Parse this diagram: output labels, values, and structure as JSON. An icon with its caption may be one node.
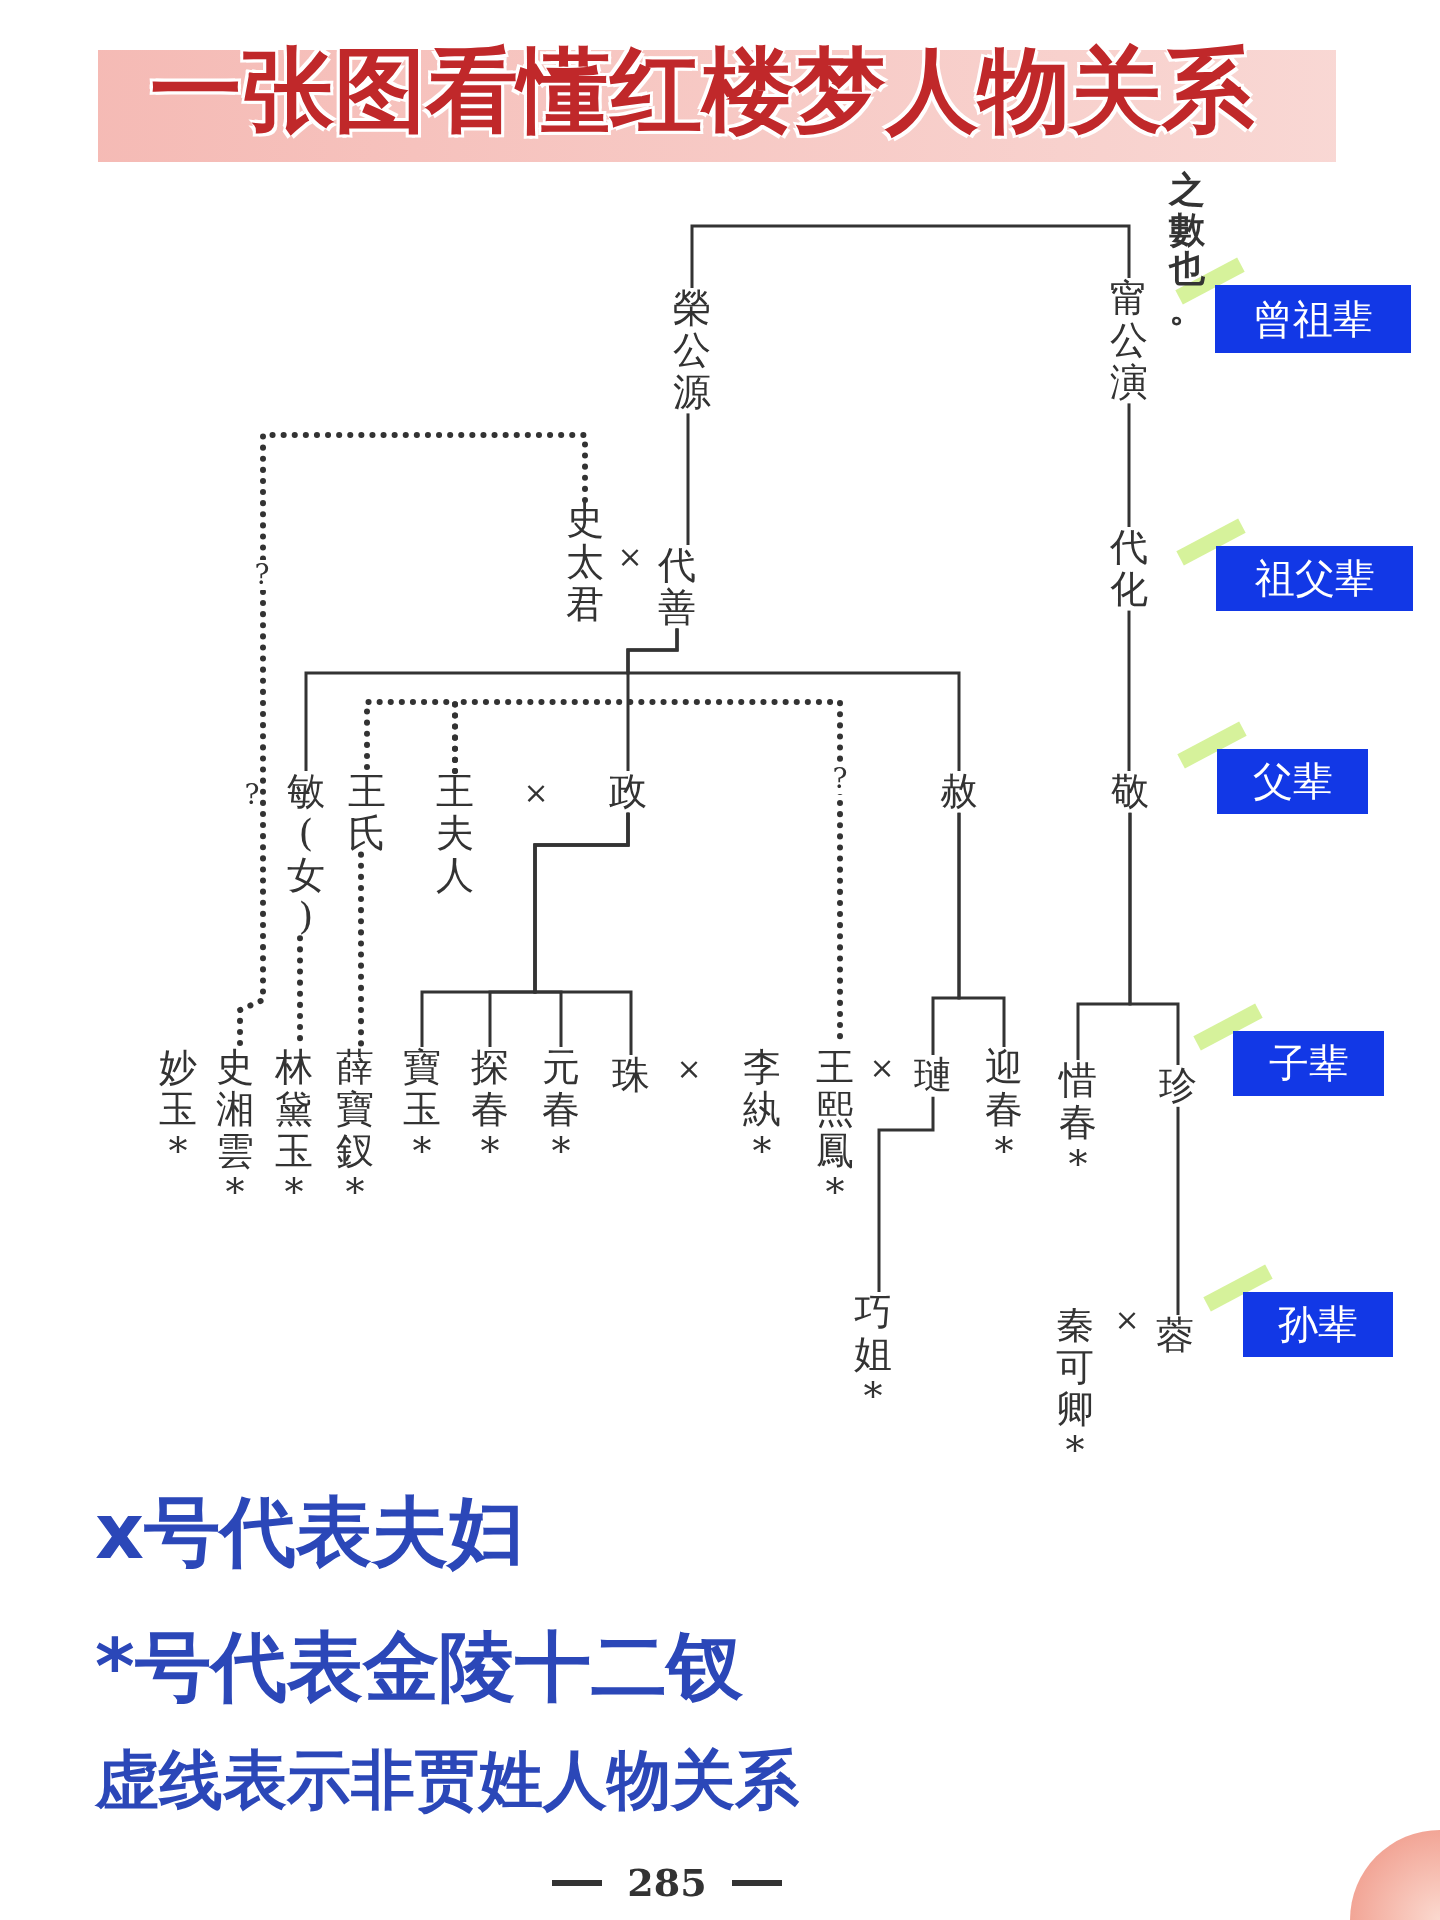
{
  "diagram": {
    "title": "一张图看懂红楼梦人物关系",
    "nodes": [
      {
        "text": [
          "榮公源"
        ]
      },
      {
        "text": [
          "甯公演"
        ]
      },
      {
        "text": [
          "史太君"
        ]
      },
      {
        "text": [
          "代善"
        ]
      },
      {
        "text": [
          "代化"
        ]
      },
      {
        "text": [
          "敏(女)"
        ]
      },
      {
        "text": [
          "王氏"
        ]
      },
      {
        "text": [
          "王夫人"
        ]
      },
      {
        "text": [
          "政"
        ]
      },
      {
        "text": [
          "赦"
        ]
      },
      {
        "text": [
          "敬"
        ]
      },
      {
        "text": [
          "妙玉*"
        ]
      },
      {
        "text": [
          "史湘雲*"
        ]
      },
      {
        "text": [
          "林黛玉*"
        ]
      },
      {
        "text": [
          "薛寶釵*"
        ]
      },
      {
        "text": [
          "寶玉*"
        ]
      },
      {
        "text": [
          "探春*"
        ]
      },
      {
        "text": [
          "元春*"
        ]
      },
      {
        "text": [
          "珠"
        ]
      },
      {
        "text": [
          "李紈*"
        ]
      },
      {
        "text": [
          "王熙鳳*"
        ]
      },
      {
        "text": [
          "璉"
        ]
      },
      {
        "text": [
          "迎春*"
        ]
      },
      {
        "text": [
          "惜春*"
        ]
      },
      {
        "text": [
          "珍"
        ]
      },
      {
        "text": [
          "巧姐*"
        ]
      },
      {
        "text": [
          "秦可卿*"
        ]
      },
      {
        "text": [
          "蓉"
        ]
      },
      {
        "text": [
          "曾祖辈"
        ]
      },
      {
        "text": [
          "祖父辈"
        ]
      },
      {
        "text": [
          "父辈"
        ]
      },
      {
        "text": [
          "子辈"
        ]
      },
      {
        "text": [
          "孙辈"
        ]
      }
    ],
    "edges": [
      {
        "from": 0,
        "to": 1,
        "arrow": "none"
      },
      {
        "from": 0,
        "to": 3,
        "arrow": "none"
      },
      {
        "from": 1,
        "to": 4,
        "arrow": "none"
      },
      {
        "from": 2,
        "to": 12,
        "arrow": "none",
        "style": "dashed",
        "label": "?"
      },
      {
        "from": 3,
        "to": 5,
        "arrow": "none"
      },
      {
        "from": 3,
        "to": 8,
        "arrow": "none"
      },
      {
        "from": 3,
        "to": 9,
        "arrow": "none"
      },
      {
        "from": 4,
        "to": 10,
        "arrow": "none"
      },
      {
        "from": 7,
        "to": 6,
        "arrow": "none",
        "style": "dashed"
      },
      {
        "from": 7,
        "to": 20,
        "arrow": "none",
        "style": "dashed",
        "label": "?"
      },
      {
        "from": 5,
        "to": 13,
        "arrow": "none",
        "style": "dashed"
      },
      {
        "from": 6,
        "to": 14,
        "arrow": "none",
        "style": "dashed"
      },
      {
        "from": 8,
        "to": 15,
        "arrow": "none"
      },
      {
        "from": 8,
        "to": 16,
        "arrow": "none"
      },
      {
        "from": 8,
        "to": 17,
        "arrow": "none"
      },
      {
        "from": 8,
        "to": 18,
        "arrow": "none"
      },
      {
        "from": 9,
        "to": 21,
        "arrow": "none"
      },
      {
        "from": 9,
        "to": 22,
        "arrow": "none"
      },
      {
        "from": 10,
        "to": 23,
        "arrow": "none"
      },
      {
        "from": 10,
        "to": 24,
        "arrow": "none"
      },
      {
        "from": 24,
        "to": 27,
        "arrow": "none"
      },
      {
        "from": 21,
        "to": 25,
        "arrow": "none"
      }
    ],
    "labels": [
      "之數也。",
      "×",
      "?",
      "×",
      "×",
      "×",
      "×",
      "x号代表夫妇",
      "*号代表金陵十二钗",
      "虚线表示非贾姓人物关系",
      "285"
    ]
  }
}
